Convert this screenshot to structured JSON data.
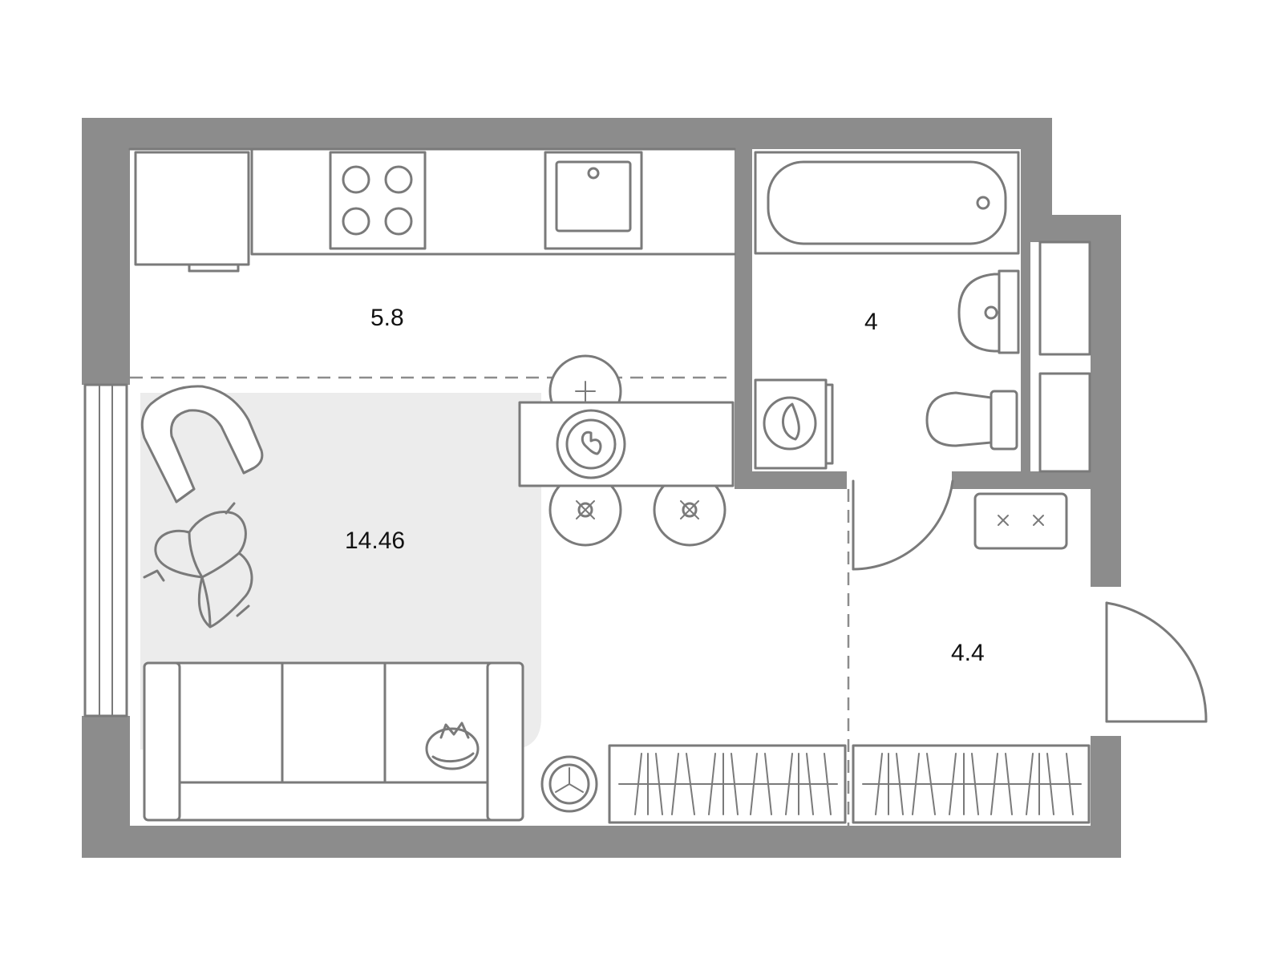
{
  "rooms": [
    {
      "id": "kitchen",
      "area": "5.8"
    },
    {
      "id": "bathroom",
      "area": "4"
    },
    {
      "id": "living",
      "area": "14.46"
    },
    {
      "id": "hallway",
      "area": "4.4"
    }
  ],
  "colors": {
    "wall": "#8c8c8c",
    "line": "#7a7a7a",
    "rug": "#ececec",
    "text": "#111111"
  }
}
